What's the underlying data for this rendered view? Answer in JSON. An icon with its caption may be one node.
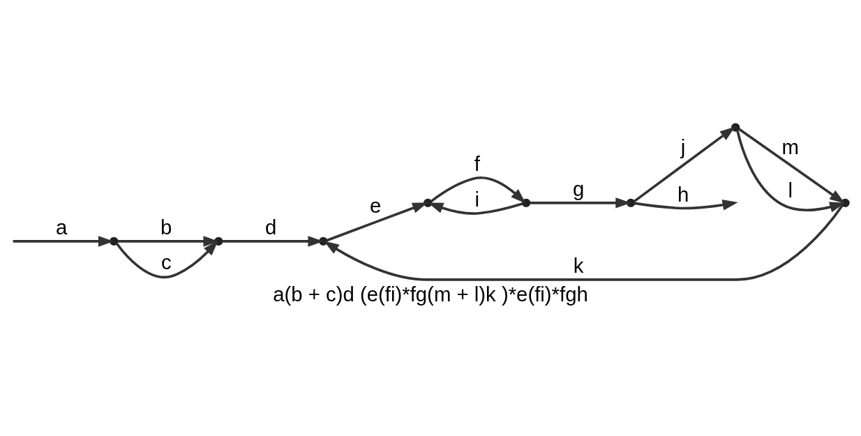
{
  "diagram": {
    "caption": "a(b + c)d (e(fi)*fg(m + l)k )*e(fi)*fgh",
    "nodes": [
      {
        "text": [],
        "shape": "point"
      },
      {
        "text": [],
        "shape": "point"
      },
      {
        "text": [],
        "shape": "point"
      },
      {
        "text": [],
        "shape": "point"
      },
      {
        "text": [],
        "shape": "point"
      },
      {
        "text": [],
        "shape": "point"
      },
      {
        "text": [],
        "shape": "point"
      },
      {
        "text": [],
        "shape": "point"
      }
    ],
    "edges": [
      {
        "from": null,
        "to": 0,
        "arrow": "to",
        "label": "a"
      },
      {
        "from": 0,
        "to": 1,
        "arrow": "to",
        "label": "b"
      },
      {
        "from": 0,
        "to": 1,
        "arrow": "to",
        "label": "c"
      },
      {
        "from": 1,
        "to": 2,
        "arrow": "to",
        "label": "d"
      },
      {
        "from": 2,
        "to": 3,
        "arrow": "to",
        "label": "e"
      },
      {
        "from": 3,
        "to": 5,
        "arrow": "to",
        "label": "f"
      },
      {
        "from": 5,
        "to": 3,
        "arrow": "to",
        "label": "i"
      },
      {
        "from": 5,
        "to": 7,
        "arrow": "to",
        "label": "g"
      },
      {
        "from": 7,
        "to": null,
        "arrow": "to",
        "label": "h"
      },
      {
        "from": 7,
        "to": 6,
        "arrow": "to",
        "label": "j"
      },
      {
        "from": 6,
        "to": 4,
        "arrow": "to",
        "label": "m"
      },
      {
        "from": 6,
        "to": 4,
        "arrow": "to",
        "label": "l"
      },
      {
        "from": 4,
        "to": 2,
        "arrow": "to",
        "label": "k"
      }
    ]
  }
}
